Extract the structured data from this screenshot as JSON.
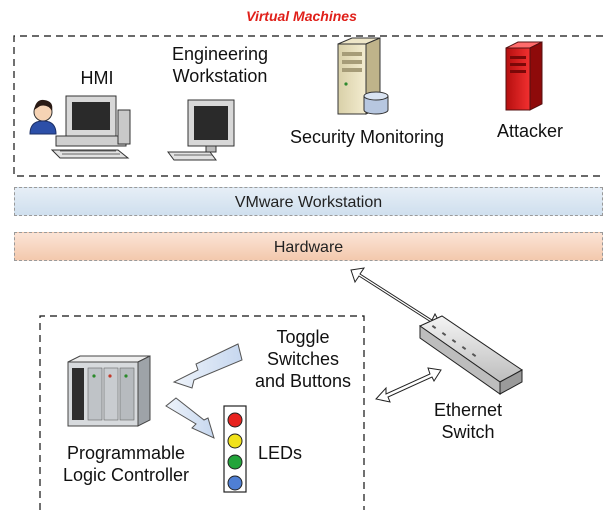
{
  "labels": {
    "virtual_machines": "Virtual Machines",
    "hmi": "HMI",
    "engineering": "Engineering",
    "workstation": "Workstation",
    "security_monitoring": "Security Monitoring",
    "attacker": "Attacker",
    "vmware": "VMware Workstation",
    "hardware": "Hardware",
    "toggle": "Toggle",
    "switches": "Switches",
    "and_buttons": "and Buttons",
    "ethernet": "Ethernet",
    "switch": "Switch",
    "programmable": "Programmable",
    "logic_controller": "Logic Controller",
    "leds": "LEDs"
  },
  "colors": {
    "title_red": "#e0201a",
    "led_red": "#e8221f",
    "led_yellow": "#f1e21a",
    "led_green": "#22a43a",
    "led_blue": "#4f7fd4"
  }
}
